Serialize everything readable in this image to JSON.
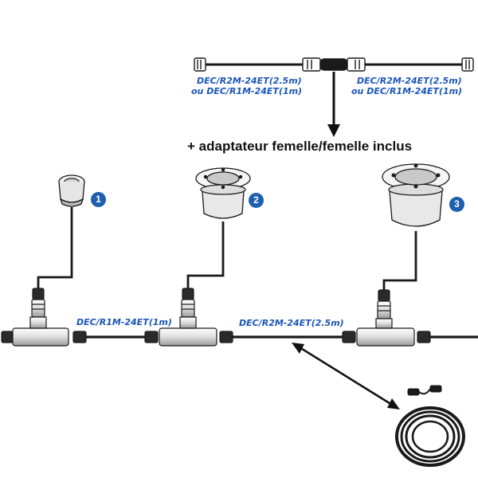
{
  "top_cable": {
    "left_label_line1": "DEC/R2M-24ET(2.5m)",
    "left_label_line2": "ou DEC/R1M-24ET(1m)",
    "right_label_line1": "DEC/R2M-24ET(2.5m)",
    "right_label_line2": "ou DEC/R1M-24ET(1m)"
  },
  "adapter_note": "+ adaptateur femelle/femelle inclus",
  "lamps": [
    {
      "badge": "1"
    },
    {
      "badge": "2"
    },
    {
      "badge": "3"
    }
  ],
  "main_cable": {
    "segment_1_label": "DEC/R1M-24ET(1m)",
    "segment_2_label": "DEC/R2M-24ET(2.5m)"
  },
  "colors": {
    "label_blue": "#1a55b8",
    "badge_blue": "#1f5fb0",
    "cable": "#1a1a1a"
  }
}
